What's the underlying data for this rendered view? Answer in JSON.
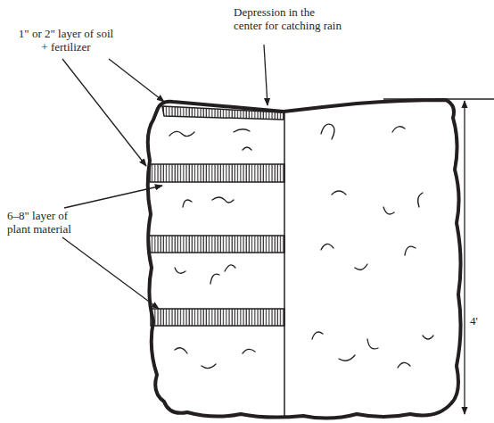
{
  "diagram": {
    "labels": [
      "Depression in the center for catching rain",
      "1\" or 2\" layer of soil + fertilizer",
      "6–8\" layer of plant material",
      "4'"
    ]
  }
}
